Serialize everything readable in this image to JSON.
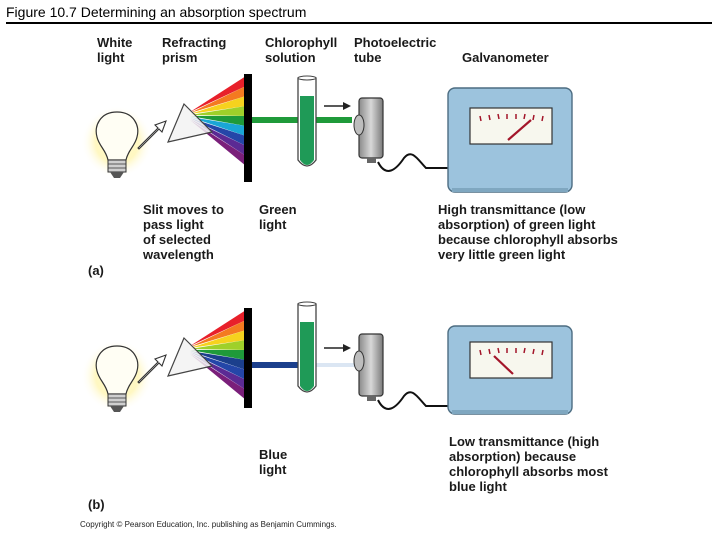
{
  "figure_title": "Figure 10.7  Determining an absorption spectrum",
  "labels": {
    "white_light": [
      "White",
      "light"
    ],
    "refracting_prism": [
      "Refracting",
      "prism"
    ],
    "chlorophyll_solution": [
      "Chlorophyll",
      "solution"
    ],
    "photoelectric_tube": [
      "Photoelectric",
      "tube"
    ],
    "galvanometer": "Galvanometer",
    "slit_moves": [
      "Slit moves to",
      "pass light",
      "of selected",
      "wavelength"
    ],
    "green_light": [
      "Green",
      "light"
    ],
    "high_transmittance": [
      "High transmittance (low",
      "absorption) of green light",
      "because chlorophyll absorbs",
      "very little green light"
    ],
    "panel_a": "(a)",
    "blue_light": [
      "Blue",
      "light"
    ],
    "low_transmittance": [
      "Low transmittance (high",
      "absorption) because",
      "chlorophyll absorbs most",
      "blue light"
    ],
    "panel_b": "(b)",
    "copyright": "Copyright © Pearson Education, Inc. publishing as Benjamin Cummings."
  },
  "colors": {
    "green_beam": "#1f9a3a",
    "blue_beam": "#1b3f8c",
    "solution": "#1f9a57",
    "galvanometer_body": "#9cc3dd",
    "needle": "#a3162a"
  },
  "readings": {
    "panel_a_meter": "high",
    "panel_b_meter": "low"
  }
}
